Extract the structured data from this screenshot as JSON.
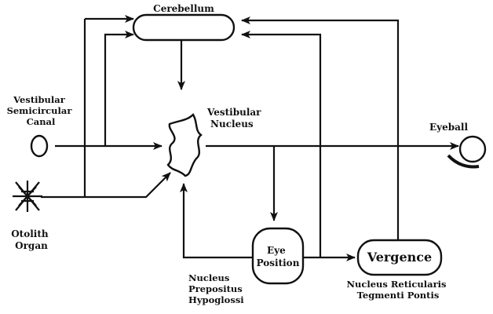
{
  "labels": {
    "cerebellum": "Cerebellum",
    "vestibular_canal": [
      "Vestibular",
      "Semicircular",
      "Canal"
    ],
    "vestibular_nucleus": [
      "Vestibular",
      "Nucleus"
    ],
    "eyeball": "Eyeball",
    "otolith_organ": [
      "Otolith",
      "Organ"
    ],
    "eye_position": [
      "Eye",
      "Position"
    ],
    "vergence": "Vergence",
    "nucleus_reticularis": [
      "Nucleus Reticularis",
      "Tegmenti Pontis"
    ],
    "nucleus_prepositus": [
      "Nucleus",
      "Prepositus",
      "Hypoglossi"
    ]
  }
}
